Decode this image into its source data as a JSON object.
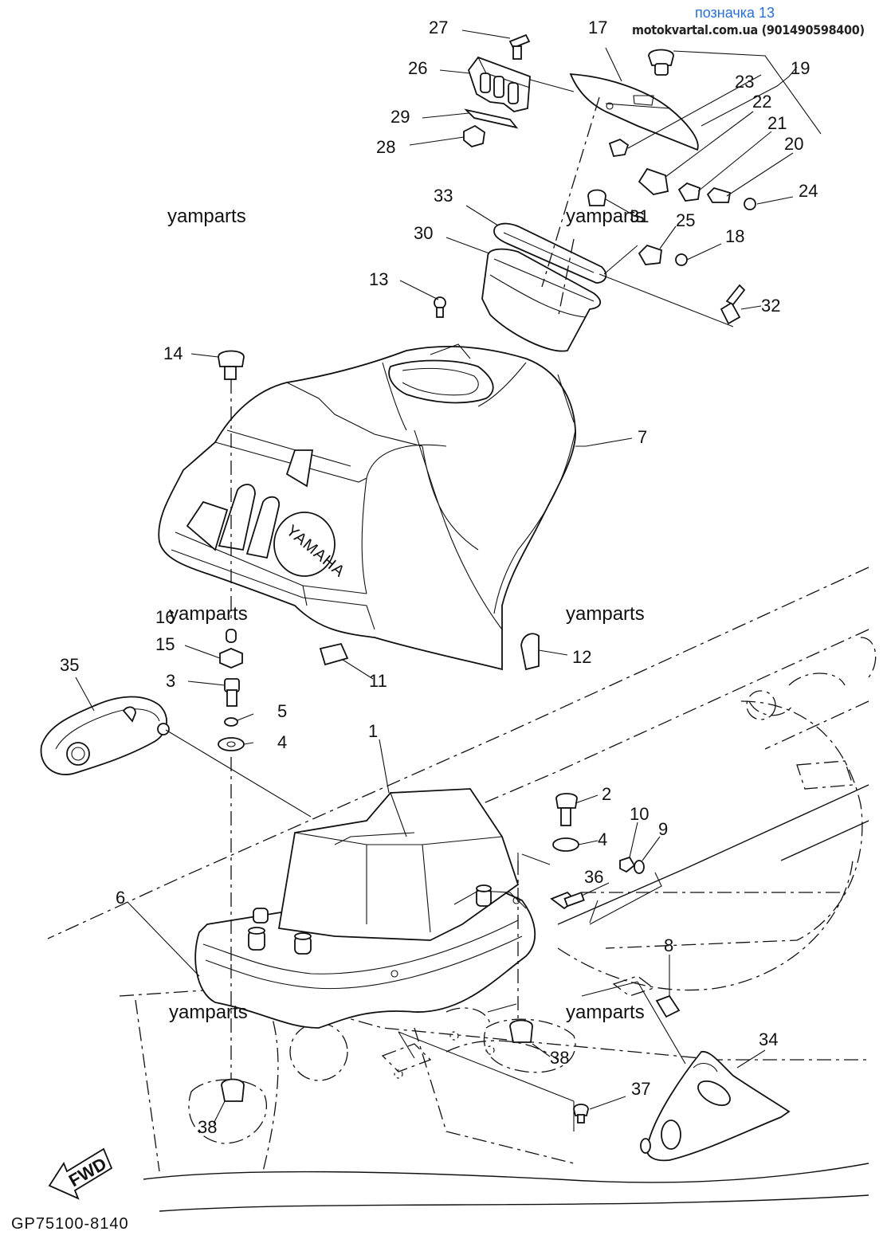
{
  "header": {
    "title": "позначка 13",
    "site": "motokvartal.com.ua (901490598400)"
  },
  "watermark": "yamparts",
  "drawing_code": "GP75100-8140",
  "fwd_label": "FWD",
  "emblem_text": "YAMAHA",
  "parts": {
    "p1": "1",
    "p2": "2",
    "p3": "3",
    "p4a": "4",
    "p4b": "4",
    "p5": "5",
    "p6": "6",
    "p7": "7",
    "p8": "8",
    "p9": "9",
    "p10": "10",
    "p11": "11",
    "p12": "12",
    "p13": "13",
    "p14": "14",
    "p15": "15",
    "p16": "16",
    "p17": "17",
    "p18": "18",
    "p19": "19",
    "p20": "20",
    "p21": "21",
    "p22": "22",
    "p23": "23",
    "p24": "24",
    "p25": "25",
    "p26": "26",
    "p27": "27",
    "p28": "28",
    "p29": "29",
    "p30": "30",
    "p31": "31",
    "p32": "32",
    "p33": "33",
    "p34": "34",
    "p35": "35",
    "p36": "36",
    "p37": "37",
    "p38a": "38",
    "p38b": "38"
  }
}
